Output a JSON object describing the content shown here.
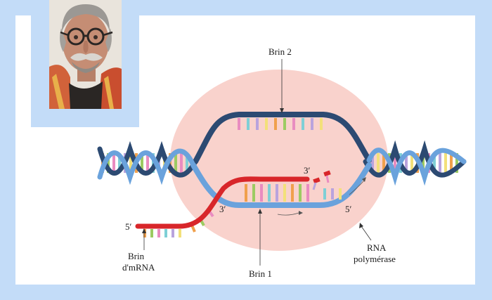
{
  "labels": {
    "strand2": "Brin 2",
    "strand1": "Brin 1",
    "mrna_line1": "Brin",
    "mrna_line2": "d'mRNA",
    "polymerase_line1": "RNA",
    "polymerase_line2": "polymérase",
    "end_3_top": "3′",
    "end_3_mid": "3′",
    "end_5_right": "5′",
    "end_5_left": "5′"
  },
  "colors": {
    "background_frame": "#c3dcf8",
    "bubble": "#f9d2cc",
    "strand_dark": "#2c4a72",
    "strand_light": "#6aa2dc",
    "mrna": "#d8262a",
    "base_palette": [
      "#f0a04c",
      "#9ccb62",
      "#e98cc0",
      "#7fcfd6",
      "#b9a3dd",
      "#f3e07a"
    ]
  }
}
